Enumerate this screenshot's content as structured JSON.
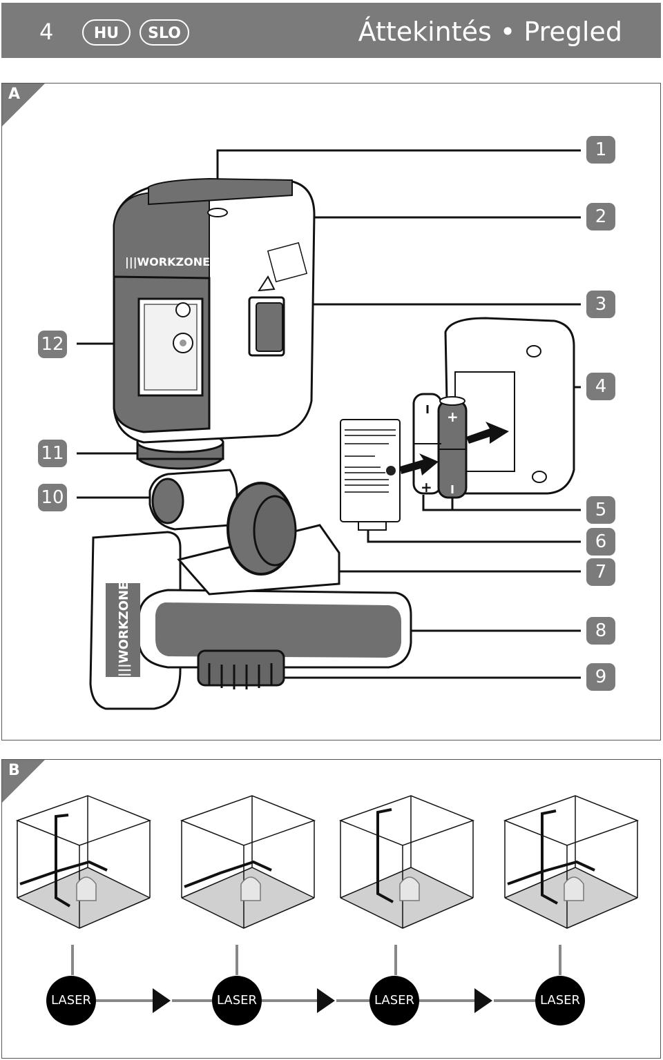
{
  "header": {
    "page_number": "4",
    "languages": [
      "HU",
      "SLO"
    ],
    "title": "Áttekintés • Pregled"
  },
  "section_a": {
    "label": "A",
    "callouts": [
      "1",
      "2",
      "3",
      "4",
      "5",
      "6",
      "7",
      "8",
      "9",
      "10",
      "11",
      "12"
    ],
    "brand_text": "WORKZONE"
  },
  "section_b": {
    "label": "B",
    "laser_labels": [
      "LASER",
      "LASER",
      "LASER",
      "LASER"
    ]
  },
  "colors": {
    "header": "#7b7b7b",
    "device_dark": "#707070",
    "floor": "#d0d0d0"
  }
}
